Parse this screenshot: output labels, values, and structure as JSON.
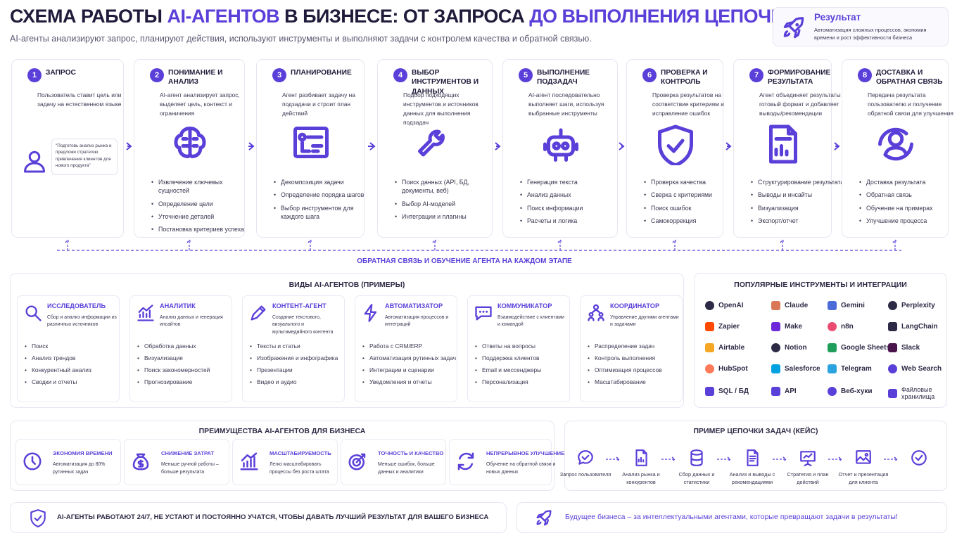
{
  "header": {
    "title_a": "СХЕМА РАБОТЫ ",
    "title_b": "AI-АГЕНТОВ",
    "title_c": " В БИЗНЕСЕ: ОТ ЗАПРОСА ",
    "title_d": "ДО ВЫПОЛНЕНИЯ ЦЕПОЧКИ ЗАДАЧ",
    "subtitle": "AI-агенты анализируют запрос, планируют действия, используют инструменты и выполняют задачи с контролем качества и обратной связью.",
    "accent_color": "#5b3fd9"
  },
  "result": {
    "title": "Результат",
    "text": "Автоматизация сложных процессов, экономия времени и рост эффективности бизнеса",
    "icon": "rocket-icon"
  },
  "steps": [
    {
      "num": "1",
      "title": "ЗАПРОС",
      "desc": "Пользователь ставит цель или задачу на естественном языке",
      "quote": "\"Подготовь анализ рынка и предложи стратегию привлечения клиентов для нового продукта\"",
      "bullets": [],
      "icon": "user-icon"
    },
    {
      "num": "2",
      "title": "ПОНИМАНИЕ И АНАЛИЗ",
      "desc": "AI-агент анализирует запрос, выделяет цель, контекст и ограничения",
      "bullets": [
        "Извлечение ключевых сущностей",
        "Определение цели",
        "Уточнение деталей",
        "Постановка критериев успеха"
      ],
      "icon": "brain-icon"
    },
    {
      "num": "3",
      "title": "ПЛАНИРОВАНИЕ",
      "desc": "Агент разбивает задачу на подзадачи и строит план действий",
      "bullets": [
        "Декомпозиция задачи",
        "Определение порядка шагов",
        "Выбор инструментов для каждого шага"
      ],
      "icon": "plan-icon"
    },
    {
      "num": "4",
      "title": "ВЫБОР ИНСТРУМЕНТОВ И ДАННЫХ",
      "desc": "Подбор подходящих инструментов и источников данных для выполнения подзадач",
      "bullets": [
        "Поиск данных (API, БД, документы, веб)",
        "Выбор AI-моделей",
        "Интеграции и плагины"
      ],
      "icon": "tools-icon"
    },
    {
      "num": "5",
      "title": "ВЫПОЛНЕНИЕ ПОДЗАДАЧ",
      "desc": "AI-агент последовательно выполняет шаги, используя выбранные инструменты",
      "bullets": [
        "Генерация текста",
        "Анализ данных",
        "Поиск информации",
        "Расчеты и логика"
      ],
      "icon": "robot-icon"
    },
    {
      "num": "6",
      "title": "ПРОВЕРКА И КОНТРОЛЬ",
      "desc": "Проверка результатов на соответствие критериям и исправление ошибок",
      "bullets": [
        "Проверка качества",
        "Сверка с критериями",
        "Поиск ошибок",
        "Самокоррекция"
      ],
      "icon": "shield-check-icon"
    },
    {
      "num": "7",
      "title": "ФОРМИРОВАНИЕ РЕЗУЛЬТАТА",
      "desc": "Агент объединяет результаты в готовый формат и добавляет выводы/рекомендации",
      "bullets": [
        "Структурирование результата",
        "Выводы и инсайты",
        "Визуализация",
        "Экспорт/отчет"
      ],
      "icon": "report-icon"
    },
    {
      "num": "8",
      "title": "ДОСТАВКА И ОБРАТНАЯ СВЯЗЬ",
      "desc": "Передача результата пользователю и получение обратной связи для улучшения",
      "bullets": [
        "Доставка результата",
        "Обратная связь",
        "Обучение на примерах",
        "Улучшение процесса"
      ],
      "icon": "user-cycle-icon"
    }
  ],
  "feedback_label": "ОБРАТНАЯ СВЯЗЬ И ОБУЧЕНИЕ АГЕНТА НА КАЖДОМ ЭТАПЕ",
  "agent_types": {
    "title": "ВИДЫ AI-АГЕНТОВ (ПРИМЕРЫ)",
    "items": [
      {
        "title": "ИССЛЕДОВАТЕЛЬ",
        "desc": "Сбор и анализ информации из различных источников",
        "bullets": [
          "Поиск",
          "Анализ трендов",
          "Конкурентный анализ",
          "Сводки и отчеты"
        ],
        "icon": "search-icon"
      },
      {
        "title": "АНАЛИТИК",
        "desc": "Анализ данных и генерация инсайтов",
        "bullets": [
          "Обработка данных",
          "Визуализация",
          "Поиск закономерностей",
          "Прогнозирование"
        ],
        "icon": "chart-up-icon"
      },
      {
        "title": "КОНТЕНТ-АГЕНТ",
        "desc": "Создание текстового, визуального и мультимедийного контента",
        "bullets": [
          "Тексты и статьи",
          "Изображения и инфографика",
          "Презентации",
          "Видео и аудио"
        ],
        "icon": "pen-icon"
      },
      {
        "title": "АВТОМАТИЗАТОР",
        "desc": "Автоматизация процессов и интеграций",
        "bullets": [
          "Работа с CRM/ERP",
          "Автоматизация рутинных задач",
          "Интеграции и сценарии",
          "Уведомления и отчеты"
        ],
        "icon": "lightning-icon"
      },
      {
        "title": "КОММУНИКАТОР",
        "desc": "Взаимодействие с клиентами и командой",
        "bullets": [
          "Ответы на вопросы",
          "Поддержка клиентов",
          "Email и мессенджеры",
          "Персонализация"
        ],
        "icon": "chat-icon"
      },
      {
        "title": "КООРДИНАТОР",
        "desc": "Управление другими агентами и задачами",
        "bullets": [
          "Распределение задач",
          "Контроль выполнения",
          "Оптимизация процессов",
          "Масштабирование"
        ],
        "icon": "team-icon"
      }
    ]
  },
  "tools": {
    "title": "ПОПУЛЯРНЫЕ ИНСТРУМЕНТЫ И ИНТЕГРАЦИИ",
    "items": [
      {
        "name": "OpenAI",
        "color": "#2d2a45"
      },
      {
        "name": "Claude",
        "color": "#d97757"
      },
      {
        "name": "Gemini",
        "color": "#4a6bd8"
      },
      {
        "name": "Perplexity",
        "color": "#2d2a45"
      },
      {
        "name": "Zapier",
        "color": "#ff4a00"
      },
      {
        "name": "Make",
        "color": "#6d28d9"
      },
      {
        "name": "n8n",
        "color": "#ea4b71"
      },
      {
        "name": "LangChain",
        "color": "#2d2a45"
      },
      {
        "name": "Airtable",
        "color": "#f5a623"
      },
      {
        "name": "Notion",
        "color": "#2d2a45"
      },
      {
        "name": "Google Sheets",
        "color": "#1e9e5a"
      },
      {
        "name": "Slack",
        "color": "#4a154b"
      },
      {
        "name": "HubSpot",
        "color": "#ff7a59"
      },
      {
        "name": "Salesforce",
        "color": "#00a1e0"
      },
      {
        "name": "Telegram",
        "color": "#2aa3de"
      },
      {
        "name": "Web Search",
        "color": "#5b3fd9"
      },
      {
        "name": "SQL / БД",
        "color": "#5b3fd9"
      },
      {
        "name": "API",
        "color": "#5b3fd9"
      },
      {
        "name": "Веб-хуки",
        "color": "#5b3fd9"
      },
      {
        "name": "Файловые хранилища",
        "color": "#5b3fd9"
      }
    ]
  },
  "advantages": {
    "title": "ПРЕИМУЩЕСТВА AI-АГЕНТОВ ДЛЯ БИЗНЕСА",
    "items": [
      {
        "title": "ЭКОНОМИЯ ВРЕМЕНИ",
        "desc": "Автоматизация до 80% рутинных задач",
        "icon": "clock-icon"
      },
      {
        "title": "СНИЖЕНИЕ ЗАТРАТ",
        "desc": "Меньше ручной работы – больше результата",
        "icon": "money-bag-icon"
      },
      {
        "title": "МАСШТАБИРУЕМОСТЬ",
        "desc": "Легко масштабировать процессы без роста штата",
        "icon": "growth-icon"
      },
      {
        "title": "ТОЧНОСТЬ И КАЧЕСТВО",
        "desc": "Меньше ошибок, больше данных и аналитики",
        "icon": "target-icon"
      },
      {
        "title": "НЕПРЕРЫВНОЕ УЛУЧШЕНИЕ",
        "desc": "Обучение на обратной связи и новых данных",
        "icon": "refresh-icon"
      }
    ]
  },
  "chain": {
    "title": "ПРИМЕР ЦЕПОЧКИ ЗАДАЧ (КЕЙС)",
    "items": [
      {
        "label": "Запрос пользователя",
        "icon": "chat-bubble-icon"
      },
      {
        "label": "Анализ рынка и конкурентов",
        "icon": "document-chart-icon"
      },
      {
        "label": "Сбор данных и статистики",
        "icon": "database-icon"
      },
      {
        "label": "Анализ и выводы с рекомендациями",
        "icon": "document-icon"
      },
      {
        "label": "Стратегия и план действий",
        "icon": "presentation-icon"
      },
      {
        "label": "Отчет и презентация для клиента",
        "icon": "image-report-icon"
      },
      {
        "label": "",
        "icon": "check-circle-icon"
      }
    ]
  },
  "footer": {
    "left": "AI-АГЕНТЫ РАБОТАЮТ 24/7, НЕ УСТАЮТ И ПОСТОЯННО УЧАТСЯ, ЧТОБЫ ДАВАТЬ ЛУЧШИЙ РЕЗУЛЬТАТ ДЛЯ ВАШЕГО БИЗНЕСА",
    "right": "Будущее бизнеса – за интеллектуальными агентами, которые превращают задачи в результаты!"
  }
}
